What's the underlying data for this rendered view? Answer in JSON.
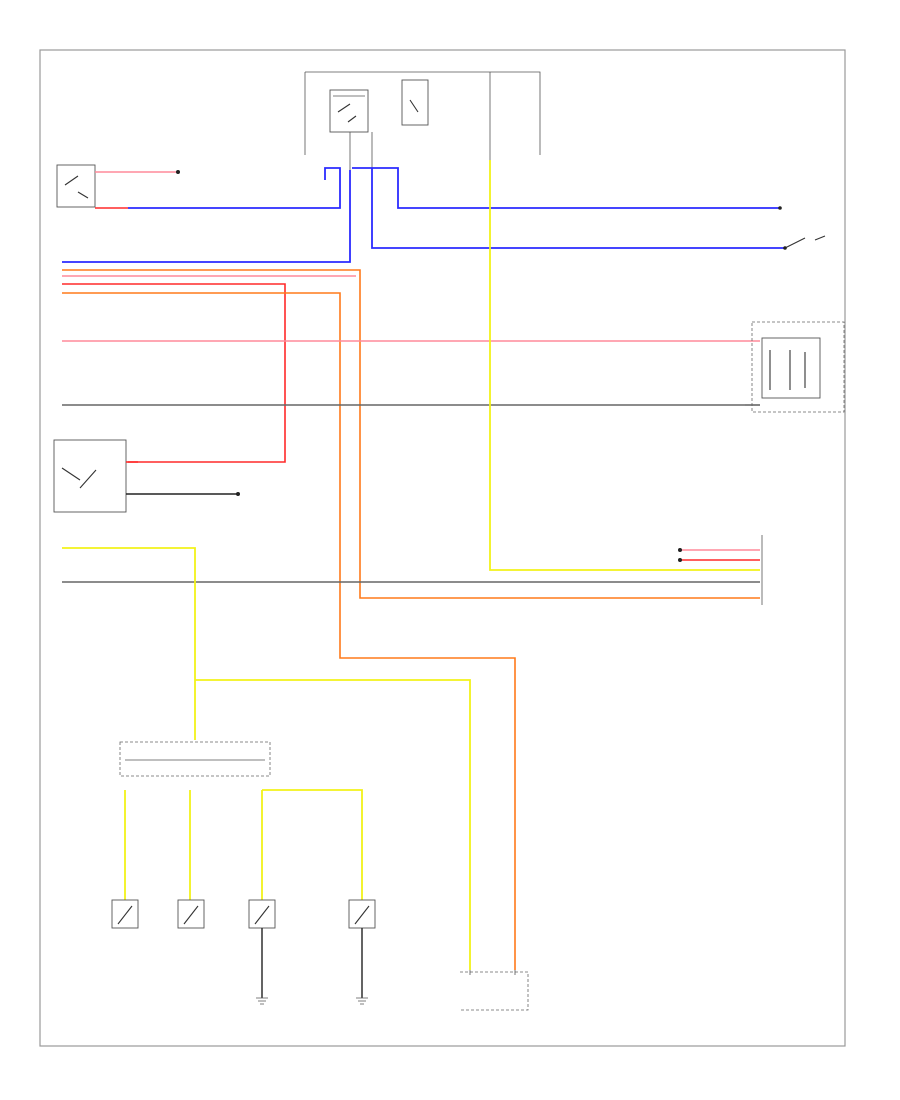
{
  "diagram": {
    "title": "",
    "footer_code": "",
    "colors": {
      "blue": "#2b2bff",
      "red": "#ff2a2a",
      "pink": "#ff8a9a",
      "orange": "#ff7a1a",
      "yellow": "#f2f21a",
      "gray": "#666666",
      "black": "#222222"
    },
    "components": [
      {
        "id": "rear-lock-switch"
      },
      {
        "id": "power-door-lock-relay"
      },
      {
        "id": "left-rear-lock-switch"
      },
      {
        "id": "passenger-door-lock-switch"
      },
      {
        "id": "fuel-lid-opener"
      },
      {
        "id": "hood-switch"
      },
      {
        "id": "control-unit-connector"
      },
      {
        "id": "joint-connector"
      },
      {
        "id": "driver-door-switch"
      },
      {
        "id": "passenger-door-switch"
      },
      {
        "id": "right-rear-door-switch"
      },
      {
        "id": "left-rear-door-switch"
      },
      {
        "id": "ground-right"
      },
      {
        "id": "ground-left"
      },
      {
        "id": "back-door-switch"
      }
    ]
  }
}
